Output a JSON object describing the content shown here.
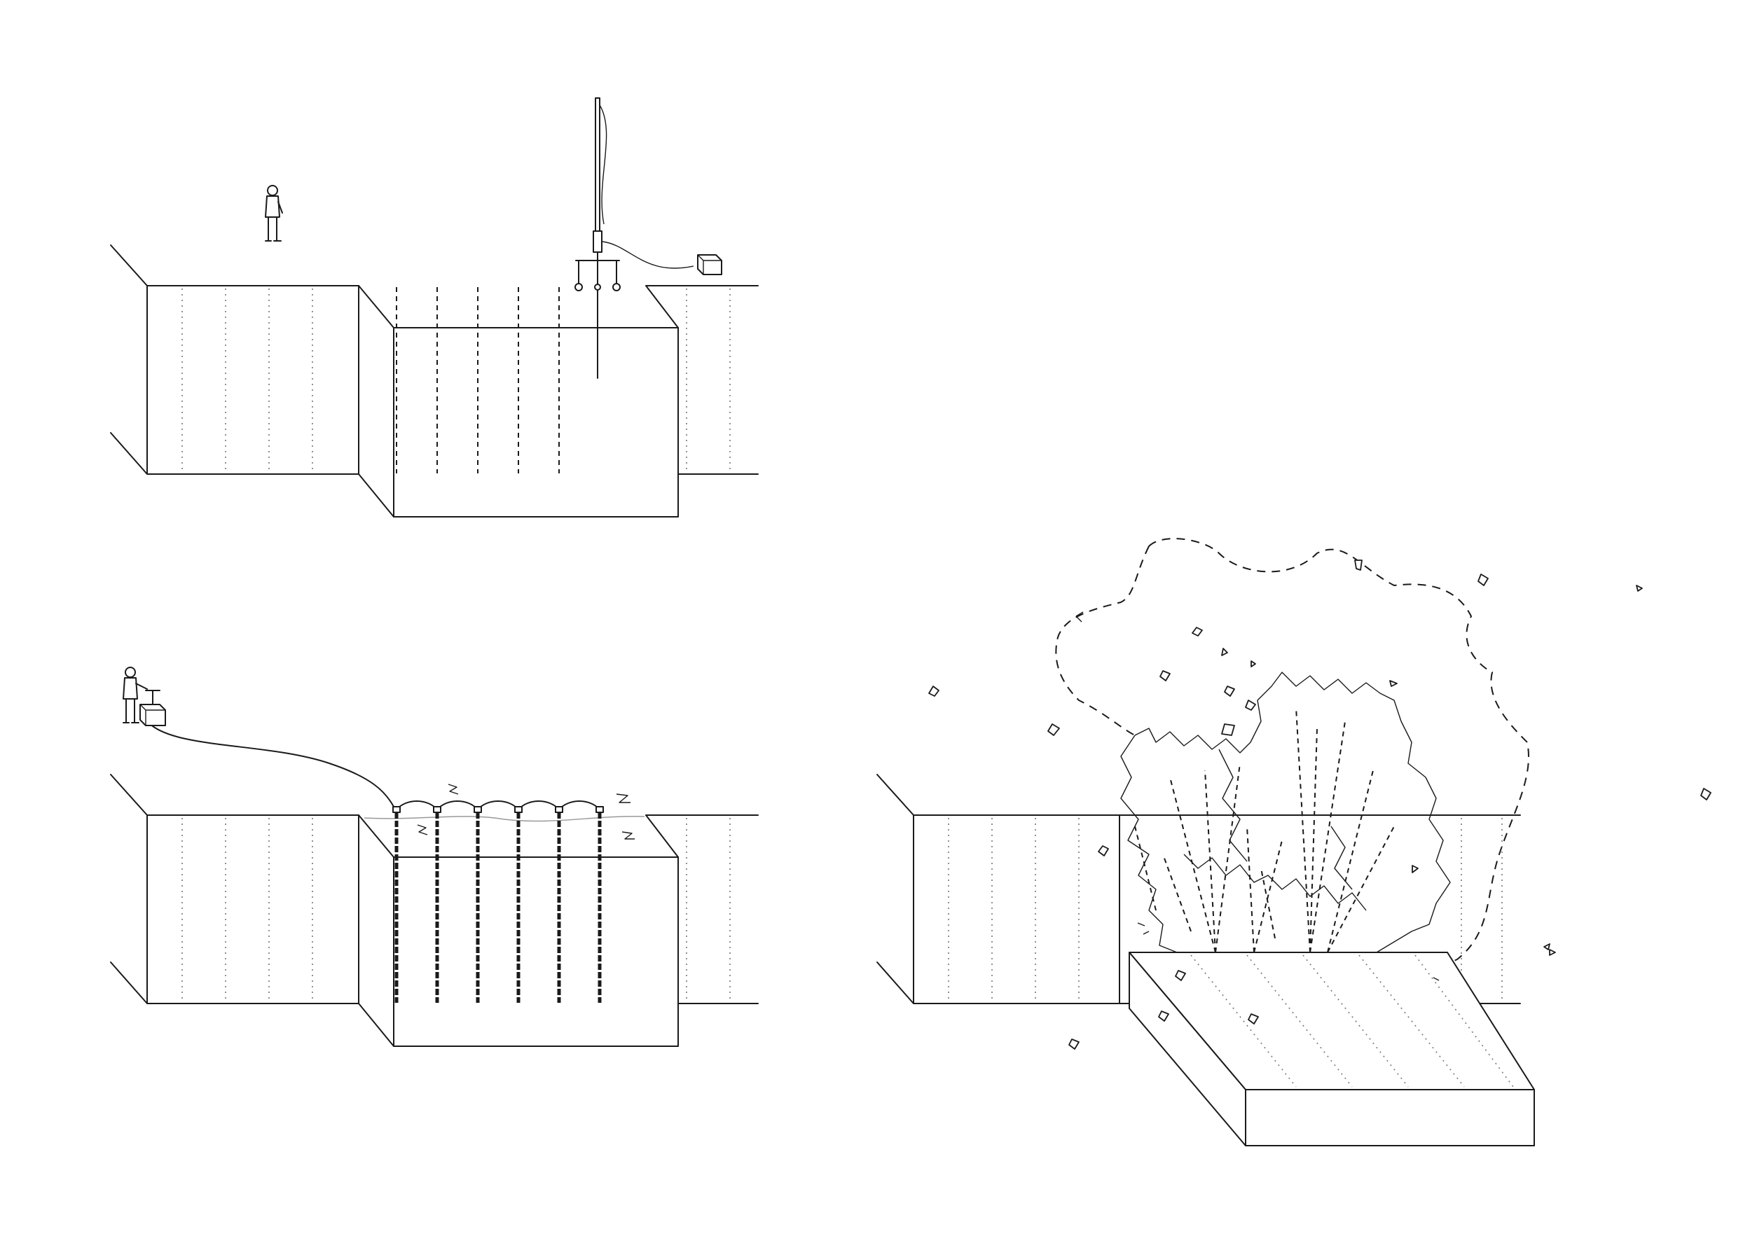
{
  "diagram": {
    "panels": [
      {
        "id": "drilling",
        "step": 1,
        "subject": "drill-rig-and-worker"
      },
      {
        "id": "charging",
        "step": 2,
        "subject": "detonator-and-charged-holes"
      },
      {
        "id": "blast",
        "step": 3,
        "subject": "block-separated-by-blast"
      }
    ],
    "drill_holes": 5,
    "charged_holes": 6,
    "colors": {
      "line": "#1a1a1a",
      "background": "#ffffff",
      "hatch": "#777777"
    },
    "icons": [
      "worker-figure-icon",
      "drill-rig-icon",
      "compressor-box-icon",
      "detonator-plunger-icon",
      "debris-fragment-icon"
    ]
  }
}
